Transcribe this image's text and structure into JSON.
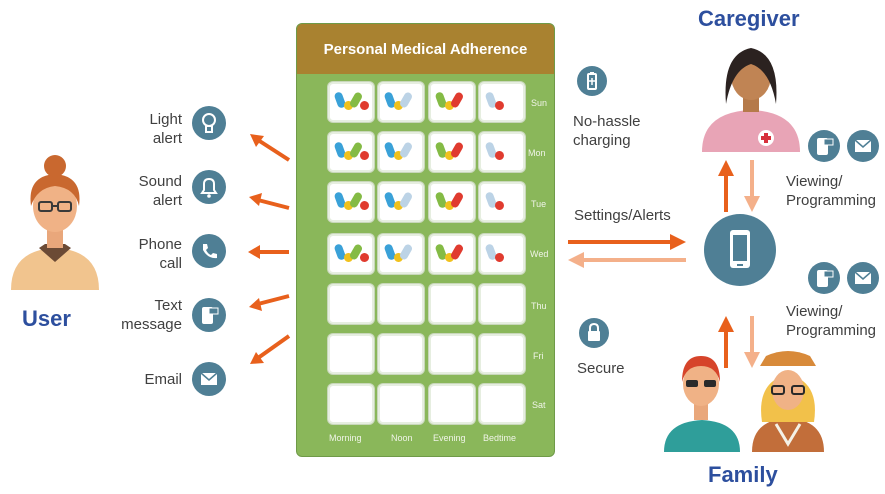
{
  "box": {
    "title": "Personal Medical Adherence",
    "days": [
      "Sun",
      "Mon",
      "Tue",
      "Wed",
      "Thu",
      "Fri",
      "Sat"
    ],
    "times": [
      "Morning",
      "Noon",
      "Evening",
      "Bedtime"
    ]
  },
  "user": {
    "title": "User",
    "alerts": [
      {
        "line1": "Light",
        "line2": "alert",
        "icon": "lightbulb-icon"
      },
      {
        "line1": "Sound",
        "line2": "alert",
        "icon": "bell-icon"
      },
      {
        "line1": "Phone",
        "line2": "call",
        "icon": "phone-icon"
      },
      {
        "line1": "Text",
        "line2": "message",
        "icon": "sms-phone-icon"
      },
      {
        "line1": "Email",
        "line2": "",
        "icon": "envelope-icon"
      }
    ]
  },
  "features": {
    "charging_line1": "No-hassle",
    "charging_line2": "charging",
    "secure": "Secure",
    "settings": "Settings/Alerts"
  },
  "caregiver": {
    "title": "Caregiver",
    "viewing_line1": "Viewing/",
    "viewing_line2": "Programming"
  },
  "family": {
    "title": "Family",
    "viewing_line1": "Viewing/",
    "viewing_line2": "Programming"
  },
  "colors": {
    "accent_orange": "#e8601c",
    "light_orange": "#f4b08a",
    "icon_blue": "#4f7f95",
    "box_green": "#8ab75a",
    "box_header": "#a98230",
    "title_blue": "#2d4f9e"
  }
}
